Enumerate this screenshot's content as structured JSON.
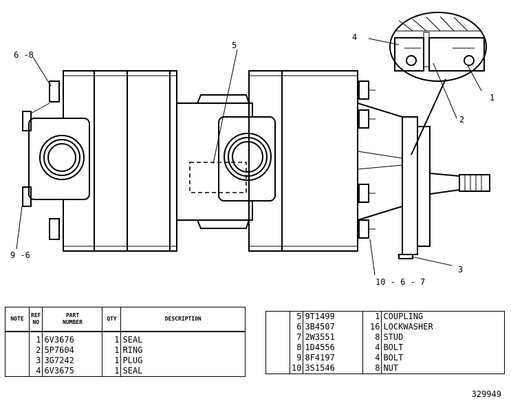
{
  "callouts": {
    "c4": "4",
    "c5": "5",
    "c6_8": "6 -8",
    "c9_6": "9 -6",
    "c1": "1",
    "c2": "2",
    "c3": "3",
    "c10_6_7": "10 - 6 - 7"
  },
  "left_table": {
    "headers": {
      "note": "NOTE",
      "ref_no": "REF\nNO",
      "part_number": "PART\nNUMBER",
      "qty": "QTY",
      "description": "DESCRIPTION"
    },
    "rows": [
      {
        "ref": "1",
        "part": "6V3676",
        "qty": "1",
        "desc": "SEAL"
      },
      {
        "ref": "2",
        "part": "5P7604",
        "qty": "1",
        "desc": "RING"
      },
      {
        "ref": "3",
        "part": "3G7242",
        "qty": "1",
        "desc": "PLUG"
      },
      {
        "ref": "4",
        "part": "6V3675",
        "qty": "1",
        "desc": "SEAL"
      }
    ]
  },
  "right_table": {
    "rows": [
      {
        "ref": "5",
        "part": "9T1499",
        "qty": "1",
        "desc": "COUPLING"
      },
      {
        "ref": "6",
        "part": "3B4507",
        "qty": "16",
        "desc": "LOCKWASHER"
      },
      {
        "ref": "7",
        "part": "2W3551",
        "qty": "8",
        "desc": "STUD"
      },
      {
        "ref": "8",
        "part": "1D4556",
        "qty": "4",
        "desc": "BOLT"
      },
      {
        "ref": "9",
        "part": "8F4197",
        "qty": "4",
        "desc": "BOLT"
      },
      {
        "ref": "10",
        "part": "3S1546",
        "qty": "8",
        "desc": "NUT"
      }
    ]
  },
  "drawing_number": "329949"
}
